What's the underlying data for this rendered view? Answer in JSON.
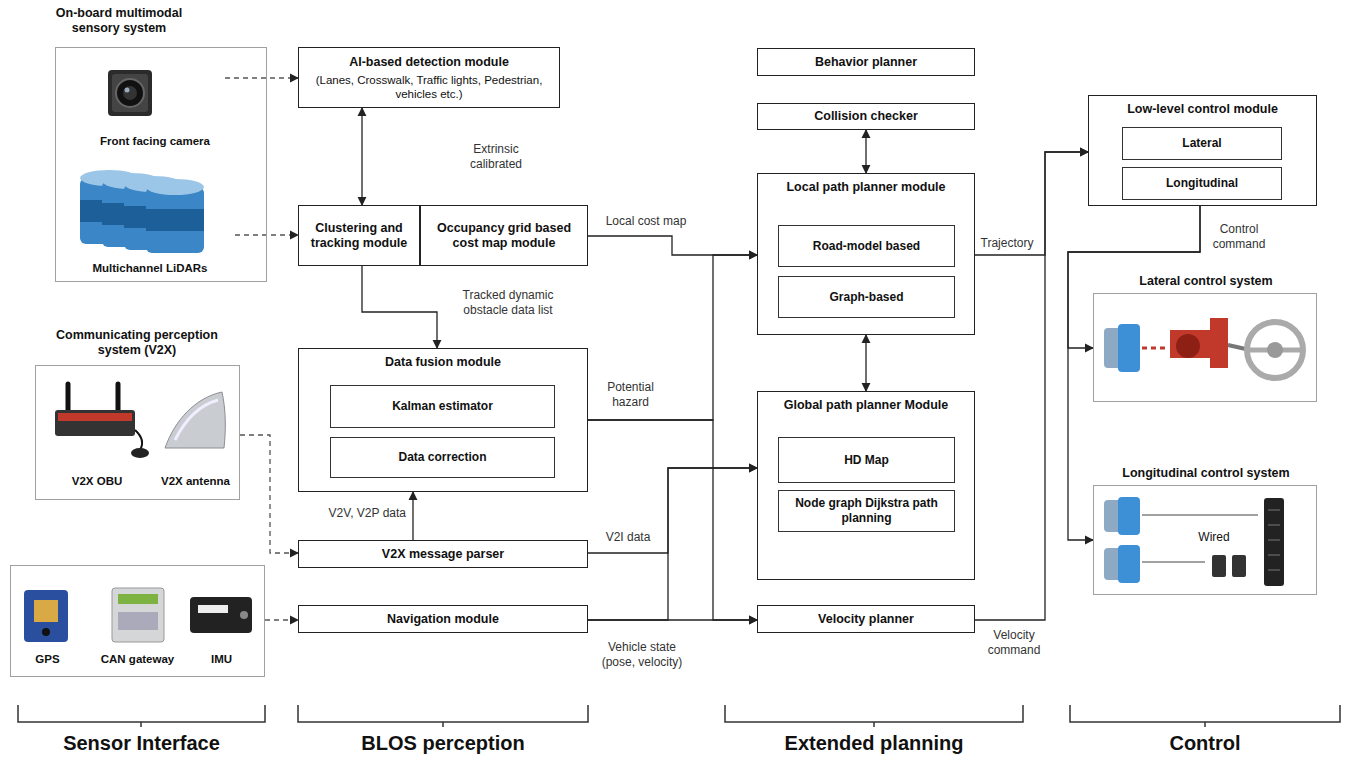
{
  "diagram": {
    "nodes": [
      {
        "text": [
          "On-board multimodal sensory system"
        ]
      },
      {
        "text": [
          "Front facing camera"
        ],
        "in": 0
      },
      {
        "text": [
          "Multichannel LiDARs"
        ],
        "in": 0
      },
      {
        "text": [
          "Communicating perception system (V2X)"
        ]
      },
      {
        "text": [
          "V2X OBU"
        ],
        "in": 3
      },
      {
        "text": [
          "V2X antenna"
        ],
        "in": 3
      },
      {
        "text": []
      },
      {
        "text": [
          "GPS"
        ],
        "in": 6
      },
      {
        "text": [
          "CAN gateway"
        ],
        "in": 6
      },
      {
        "text": [
          "IMU"
        ],
        "in": 6
      },
      {
        "text": [
          "AI-based detection module",
          "(Lanes, Crosswalk, Traffic lights, Pedestrian, vehicles etc.)"
        ]
      },
      {
        "text": [
          "Clustering and tracking module"
        ]
      },
      {
        "text": [
          "Occupancy grid based cost map module"
        ]
      },
      {
        "text": [
          "Data fusion module"
        ]
      },
      {
        "text": [
          "Kalman estimator"
        ],
        "in": 13
      },
      {
        "text": [
          "Data correction"
        ],
        "in": 13
      },
      {
        "text": [
          "V2X message parser"
        ]
      },
      {
        "text": [
          "Navigation module"
        ]
      },
      {
        "text": [
          "Behavior planner"
        ]
      },
      {
        "text": [
          "Collision checker"
        ]
      },
      {
        "text": [
          "Local path planner module"
        ]
      },
      {
        "text": [
          "Road-model based"
        ],
        "in": 20
      },
      {
        "text": [
          "Graph-based"
        ],
        "in": 20
      },
      {
        "text": [
          "Global path planner Module"
        ]
      },
      {
        "text": [
          "HD Map"
        ],
        "in": 23
      },
      {
        "text": [
          "Node graph Dijkstra path planning"
        ],
        "in": 23
      },
      {
        "text": [
          "Velocity planner"
        ]
      },
      {
        "text": [
          "Low-level control module"
        ]
      },
      {
        "text": [
          "Lateral"
        ],
        "in": 27
      },
      {
        "text": [
          "Longitudinal"
        ],
        "in": 27
      },
      {
        "text": [
          "Lateral control system"
        ]
      },
      {
        "text": [
          "Longitudinal control system"
        ]
      }
    ],
    "edges": [
      {
        "from": 1,
        "to": 10,
        "arrow": "to"
      },
      {
        "from": 2,
        "to": 11,
        "arrow": "to"
      },
      {
        "from": 3,
        "to": 16,
        "arrow": "to"
      },
      {
        "from": 6,
        "to": 17,
        "arrow": "to"
      },
      {
        "from": 10,
        "to": 11,
        "arrow": "both",
        "label": "Extrinsic calibrated"
      },
      {
        "from": 11,
        "to": 13,
        "arrow": "to",
        "label": "Tracked dynamic obstacle data list"
      },
      {
        "from": 16,
        "to": 13,
        "arrow": "to",
        "label": "V2V, V2P data"
      },
      {
        "from": 12,
        "to": 20,
        "arrow": "to",
        "label": "Local cost map"
      },
      {
        "from": 13,
        "to": 20,
        "arrow": "to",
        "label": "Potential hazard"
      },
      {
        "from": 13,
        "to": 26,
        "arrow": "to"
      },
      {
        "from": 16,
        "to": 23,
        "arrow": "to",
        "label": "V2I data"
      },
      {
        "from": 17,
        "to": 26,
        "arrow": "to",
        "label": "Vehicle state (pose, velocity)"
      },
      {
        "from": 17,
        "to": 23,
        "arrow": "to"
      },
      {
        "from": 19,
        "to": 20,
        "arrow": "both"
      },
      {
        "from": 20,
        "to": 23,
        "arrow": "both"
      },
      {
        "from": 20,
        "to": 27,
        "arrow": "to",
        "label": "Trajectory"
      },
      {
        "from": 26,
        "to": 27,
        "arrow": "to",
        "label": "Velocity command"
      },
      {
        "from": 27,
        "to": 30,
        "arrow": "to",
        "label": "Control command"
      },
      {
        "from": 27,
        "to": 31,
        "arrow": "to"
      }
    ],
    "labels": [
      "Wired",
      "Sensor Interface",
      "BLOS perception",
      "Extended planning",
      "Control"
    ]
  }
}
